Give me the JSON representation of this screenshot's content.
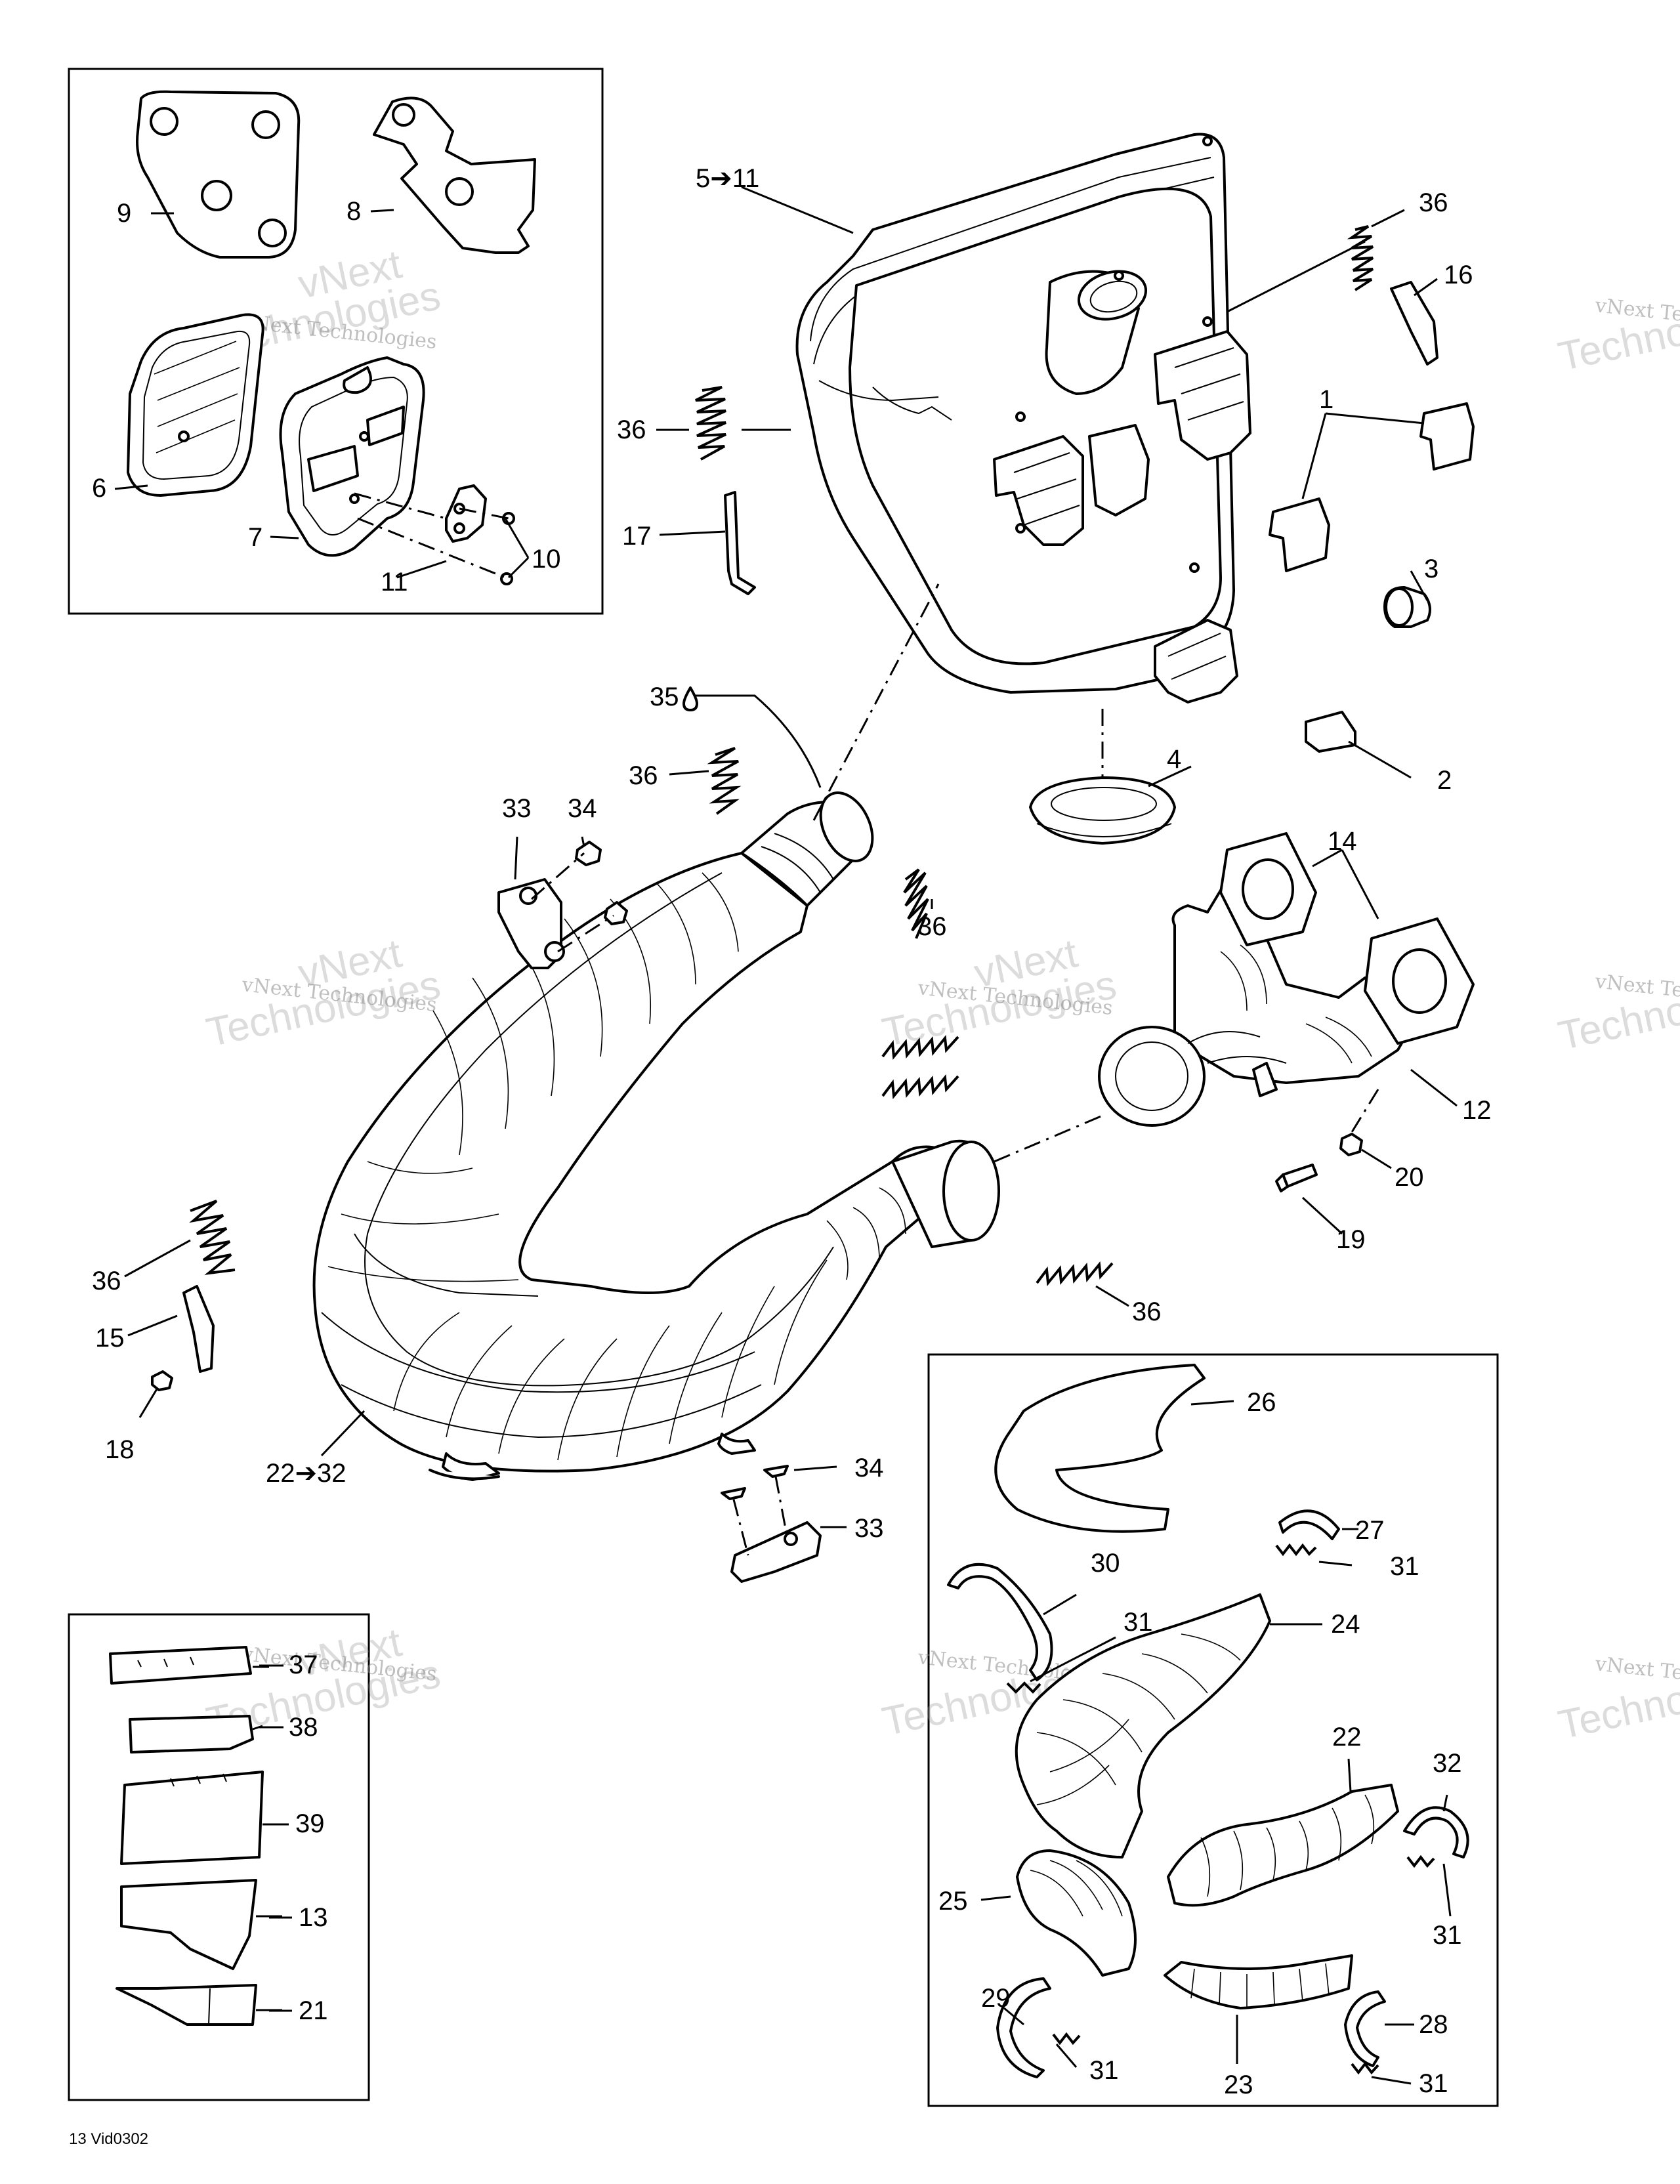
{
  "callouts": {
    "c9": "9",
    "c8": "8",
    "c6": "6",
    "c7": "7",
    "c11a": "11",
    "c10": "10",
    "c5_11": "5➔11",
    "c36a": "36",
    "c16": "16",
    "c36b": "36",
    "c1": "1",
    "c17": "17",
    "c3": "3",
    "c35": "35",
    "c36c": "36",
    "c2": "2",
    "c4": "4",
    "c33a": "33",
    "c34a": "34",
    "c36d": "36",
    "c14": "14",
    "c12": "12",
    "c20": "20",
    "c19": "19",
    "c36e": "36",
    "c15": "15",
    "c18": "18",
    "c22_32": "22➔32",
    "c34b": "34",
    "c33b": "33",
    "c36f": "36",
    "c26": "26",
    "c27": "27",
    "c31a": "31",
    "c30": "30",
    "c31b": "31",
    "c24": "24",
    "c22": "22",
    "c32": "32",
    "c25": "25",
    "c31c": "31",
    "c29": "29",
    "c28": "28",
    "c31d": "31",
    "c23": "23",
    "c31e": "31",
    "c37": "37",
    "c38": "38",
    "c39": "39",
    "c13": "13",
    "c21": "21"
  },
  "drawing_code": "13 Vid0302",
  "watermark": {
    "line1": "vNext Technologies",
    "line2_a": "vNext",
    "line2_b": "Technologies"
  },
  "icons": {
    "sealant": "droplet-icon",
    "range_arrow": "arrow-right"
  }
}
